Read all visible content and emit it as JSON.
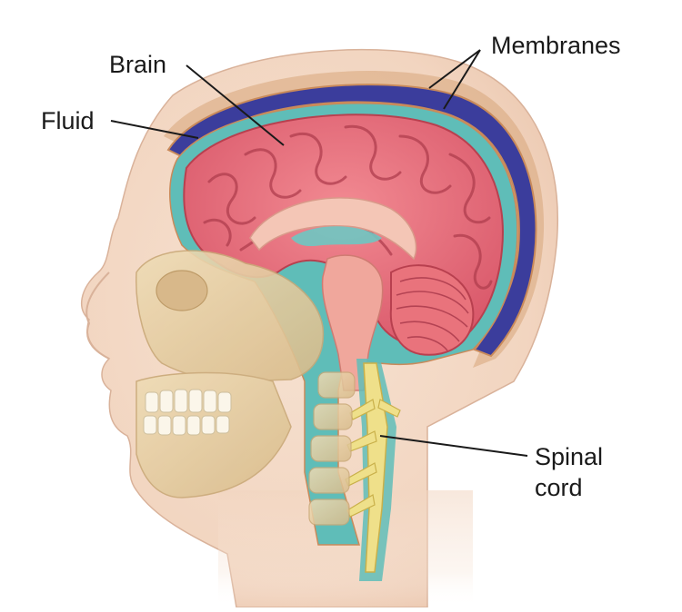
{
  "labels": {
    "brain": "Brain",
    "fluid": "Fluid",
    "membranes": "Membranes",
    "spinal_cord_line1": "Spinal",
    "spinal_cord_line2": "cord"
  },
  "colors": {
    "skin": "#f2d5c0",
    "skin_shadow": "#e3b9a0",
    "bone": "#e6cfa3",
    "bone_dark": "#c9a978",
    "membrane_outer": "#c98a5a",
    "dura": "#3b3d9c",
    "csf": "#5fbdb8",
    "brain": "#e8707a",
    "brain_dark": "#c44a59",
    "spinal_cord": "#efe08a",
    "leader": "#1a1a1a"
  }
}
